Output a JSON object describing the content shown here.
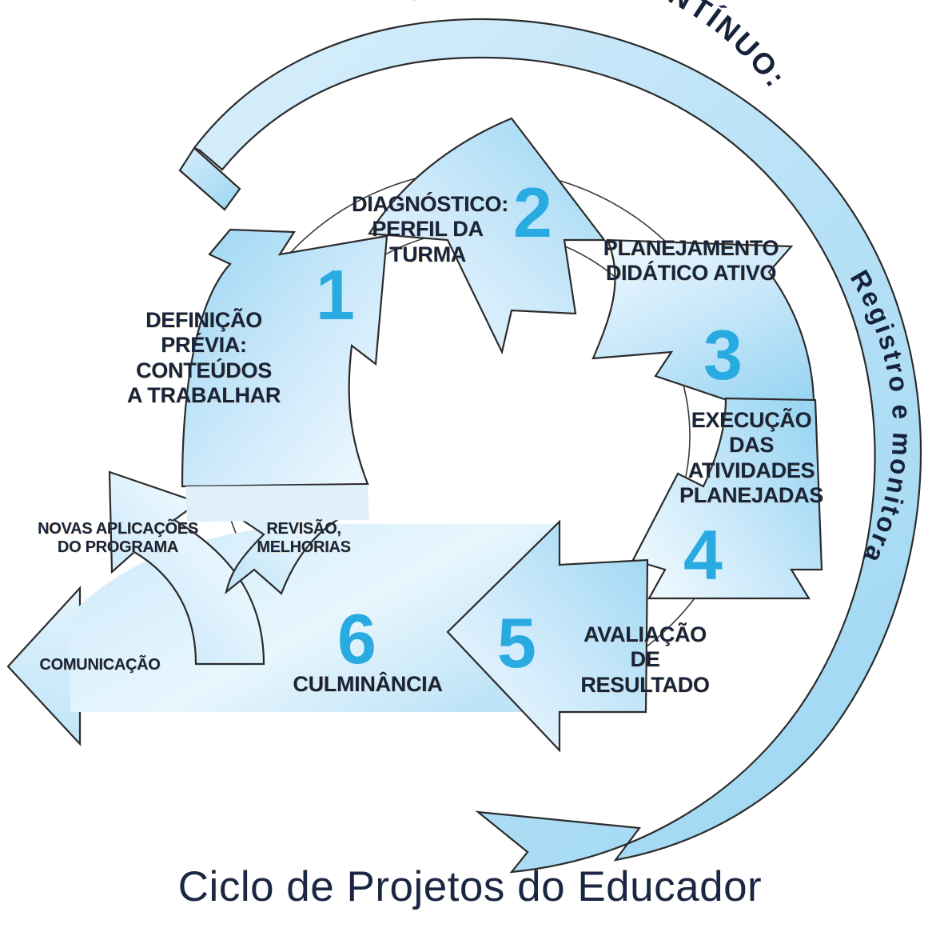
{
  "title": "Ciclo de Projetos do Educador",
  "outer_ring": {
    "label": "MOVIMENTO CONTÍNUO: Registro e monitoramento",
    "part_upper": "MOVIMENTO CONTÍNUO:",
    "part_lower": "Registro  e  monitoramento"
  },
  "colors": {
    "number_blue": "#29abe2",
    "arrow_fill_light": "#e9f6fd",
    "arrow_fill_mid": "#bfe4f7",
    "arrow_fill_deep": "#9bd6f2",
    "ring_fill": "#b3def5",
    "outline": "#2b2b2b",
    "text_dark": "#17243b"
  },
  "steps": [
    {
      "number": "1",
      "label": "DEFINIÇÃO PRÉVIA:\nCONTEÚDOS\nA TRABALHAR"
    },
    {
      "number": "2",
      "label": "DIAGNÓSTICO:\nPERFIL DA\nTURMA"
    },
    {
      "number": "3",
      "label": "PLANEJAMENTO\nDIDÁTICO ATIVO"
    },
    {
      "number": "4",
      "label": "EXECUÇÃO DAS\nATIVIDADES\nPLANEJADAS"
    },
    {
      "number": "5",
      "label": "AVALIAÇÃO DE\nRESULTADO"
    },
    {
      "number": "6",
      "label": "CULMINÂNCIA"
    }
  ],
  "side_labels": [
    {
      "id": "novas-aplicacoes",
      "label": "NOVAS APLICAÇÕES\nDO PROGRAMA"
    },
    {
      "id": "revisao-melhorias",
      "label": "REVISÃO,\nMELHORIAS"
    },
    {
      "id": "comunicacao",
      "label": "COMUNICAÇÃO"
    }
  ]
}
